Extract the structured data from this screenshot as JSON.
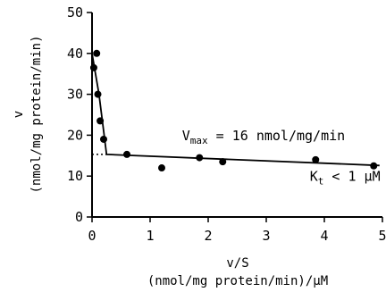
{
  "chart_data": {
    "type": "scatter",
    "title": "",
    "xlabel": {
      "main": "v/S",
      "units": "(nmol/mg protein/min)/μM"
    },
    "ylabel": {
      "main": "v",
      "units": "(nmol/mg protein/min)"
    },
    "xlim": [
      0,
      5
    ],
    "ylim": [
      0,
      50
    ],
    "x_ticks": [
      0,
      1,
      2,
      3,
      4,
      5
    ],
    "y_ticks": [
      0,
      10,
      20,
      30,
      40,
      50
    ],
    "grid": false,
    "series": [
      {
        "kind": "points",
        "x": [
          0.03,
          0.08,
          0.1,
          0.14,
          0.2,
          0.6,
          1.2,
          1.85,
          2.25,
          3.85,
          4.85
        ],
        "y": [
          36.5,
          40,
          30,
          23.5,
          19,
          15.3,
          12,
          14.5,
          13.5,
          14,
          12.5
        ]
      },
      {
        "kind": "fit-line",
        "x": [
          0.0,
          0.12,
          0.2,
          0.25,
          4.95
        ],
        "y": [
          40,
          30,
          21,
          15.3,
          12.6
        ]
      },
      {
        "kind": "intercept-dotted",
        "x": [
          0.0,
          0.25
        ],
        "y": [
          15.3,
          15.3
        ]
      }
    ],
    "annotations": [
      {
        "main": "V",
        "sub": "max",
        "rest": " = 16 nmol/mg/min",
        "x": 1.55,
        "y": 18.8
      },
      {
        "main": "K",
        "sub": "t",
        "rest": " < 1 μM",
        "x": 3.75,
        "y": 8.8
      }
    ]
  }
}
